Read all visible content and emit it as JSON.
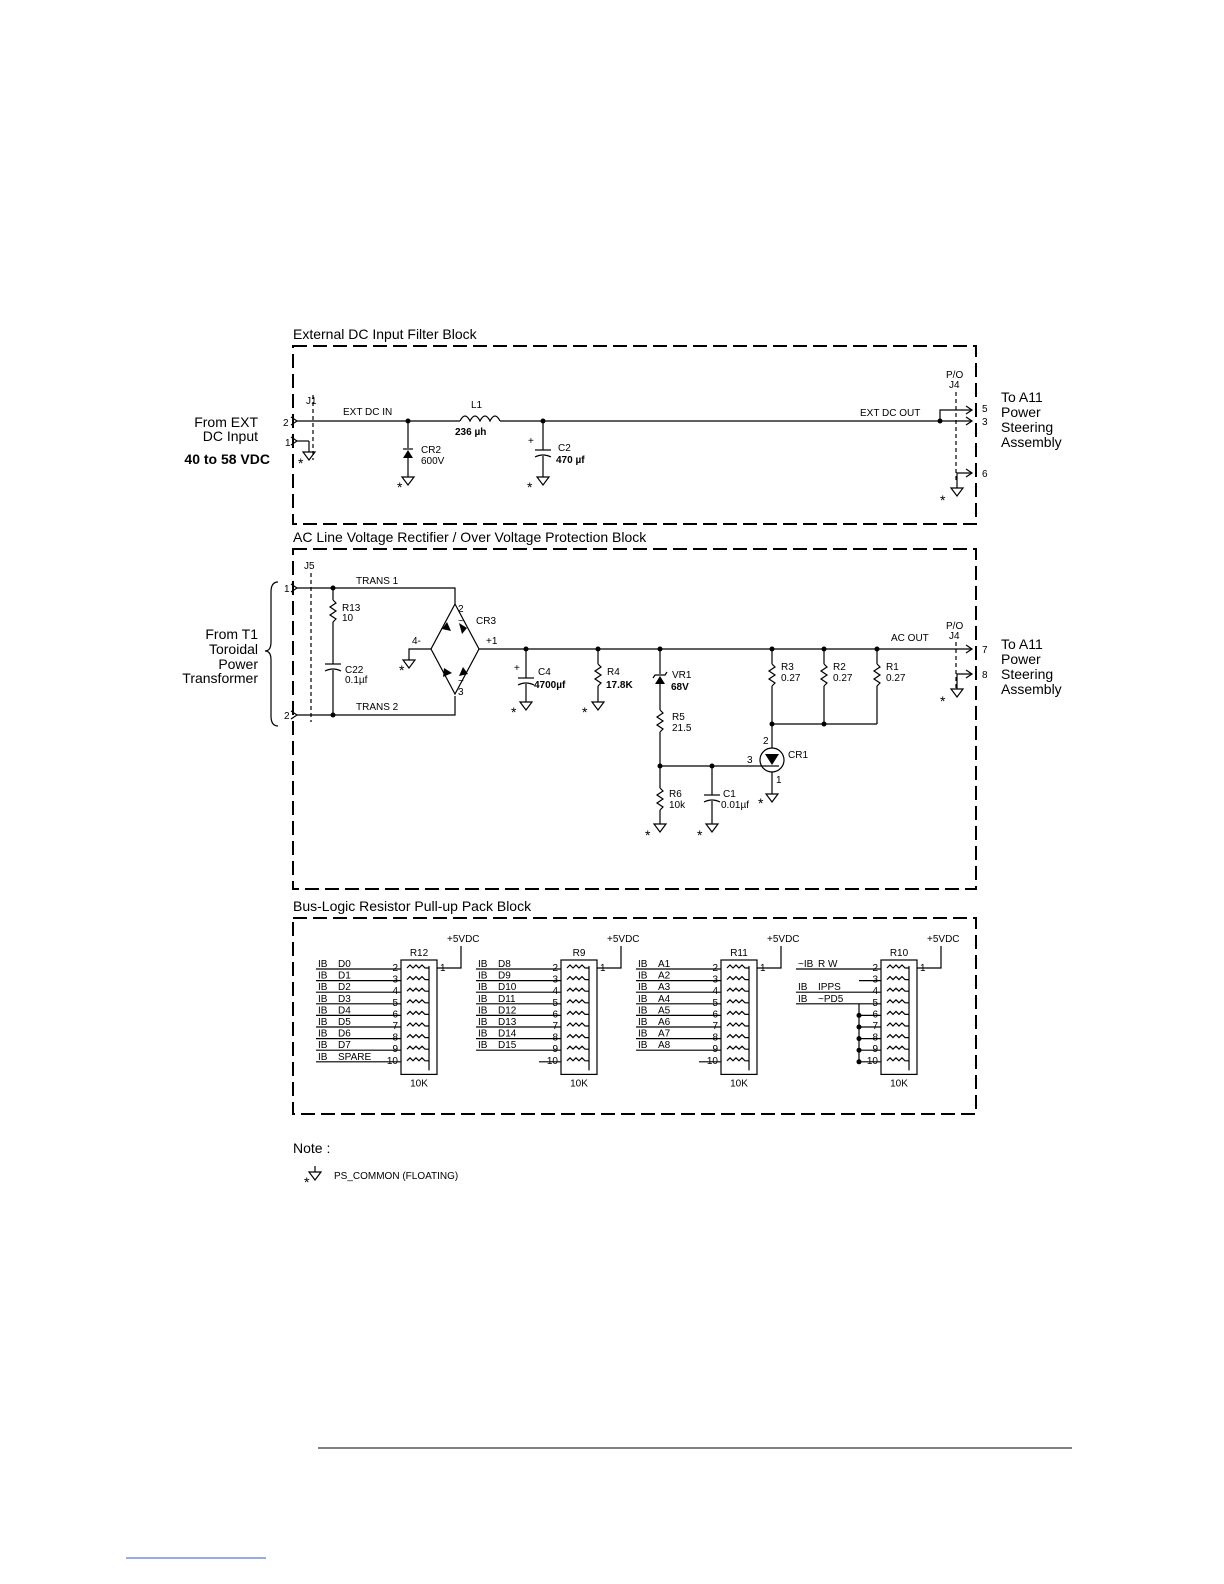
{
  "blocks": {
    "ext_dc": "External DC Input Filter Block",
    "ac_line": "AC Line Voltage Rectifier / Over Voltage Protection Block",
    "bus_logic": "Bus-Logic Resistor Pull-up Pack Block"
  },
  "ext_dc": {
    "from_line1": "From EXT",
    "from_line2": "DC Input",
    "range": "40 to 58 VDC",
    "j1": "J1",
    "pin2": "2",
    "pin1": "1",
    "net_in": "EXT DC IN",
    "l1": "L1",
    "l1_val": "236 µh",
    "cr2": "CR2",
    "cr2_val": "600V",
    "c2": "C2",
    "c2_val": "470 µf",
    "plus": "+",
    "net_out": "EXT DC OUT",
    "po": "P/O",
    "j4": "J4",
    "pin5": "5",
    "pin3": "3",
    "pin6": "6",
    "to_l1": "To A11",
    "to_l2": "Power",
    "to_l3": "Steering",
    "to_l4": "Assembly"
  },
  "ac_line": {
    "j5": "J5",
    "pin1": "1",
    "pin2": "2",
    "from_l1": "From T1",
    "from_l2": "Toroidal",
    "from_l3": "Power",
    "from_l4": "Transformer",
    "trans1": "TRANS 1",
    "trans2": "TRANS 2",
    "r13": "R13",
    "r13_val": "10",
    "c22": "C22",
    "c22_val": "0.1µf",
    "cr3": "CR3",
    "cr3_p2": "2",
    "cr3_tilde1": "~",
    "cr3_p4": "4-",
    "cr3_p1": "+1",
    "cr3_tilde2": "~",
    "cr3_p3": "3",
    "c4": "C4",
    "c4_val": "4700µf",
    "plus": "+",
    "r4": "R4",
    "r4_val": "17.8K",
    "vr1": "VR1",
    "vr1_val": "68V",
    "r5": "R5",
    "r5_val": "21.5",
    "r6": "R6",
    "r6_val": "10k",
    "c1": "C1",
    "c1_val": "0.01µf",
    "r3": "R3",
    "r3_val": "0.27",
    "r2": "R2",
    "r2_val": "0.27",
    "r1": "R1",
    "r1_val": "0.27",
    "cr1": "CR1",
    "cr1_p2": "2",
    "cr1_p3": "3",
    "cr1_p1": "1",
    "net_out": "AC OUT",
    "po": "P/O",
    "j4": "J4",
    "pin7": "7",
    "pin8": "8",
    "to_l1": "To A11",
    "to_l2": "Power",
    "to_l3": "Steering",
    "to_l4": "Assembly"
  },
  "packs": [
    {
      "name": "R12",
      "value": "10K",
      "supply": "+5VDC",
      "signals": [
        {
          "prefix": "IB",
          "name": "D0",
          "pin": "2"
        },
        {
          "prefix": "IB",
          "name": "D1",
          "pin": "3"
        },
        {
          "prefix": "IB",
          "name": "D2",
          "pin": "4"
        },
        {
          "prefix": "IB",
          "name": "D3",
          "pin": "5"
        },
        {
          "prefix": "IB",
          "name": "D4",
          "pin": "6"
        },
        {
          "prefix": "IB",
          "name": "D5",
          "pin": "7"
        },
        {
          "prefix": "IB",
          "name": "D6",
          "pin": "8"
        },
        {
          "prefix": "IB",
          "name": "D7",
          "pin": "9"
        },
        {
          "prefix": "IB",
          "name": "SPARE",
          "pin": "10"
        }
      ],
      "pin1": "1"
    },
    {
      "name": "R9",
      "value": "10K",
      "supply": "+5VDC",
      "signals": [
        {
          "prefix": "IB",
          "name": "D8",
          "pin": "2"
        },
        {
          "prefix": "IB",
          "name": "D9",
          "pin": "3"
        },
        {
          "prefix": "IB",
          "name": "D10",
          "pin": "4"
        },
        {
          "prefix": "IB",
          "name": "D11",
          "pin": "5"
        },
        {
          "prefix": "IB",
          "name": "D12",
          "pin": "6"
        },
        {
          "prefix": "IB",
          "name": "D13",
          "pin": "7"
        },
        {
          "prefix": "IB",
          "name": "D14",
          "pin": "8"
        },
        {
          "prefix": "IB",
          "name": "D15",
          "pin": "9"
        },
        {
          "prefix": "",
          "name": "",
          "pin": "10"
        }
      ],
      "pin1": "1"
    },
    {
      "name": "R11",
      "value": "10K",
      "supply": "+5VDC",
      "signals": [
        {
          "prefix": "IB",
          "name": "A1",
          "pin": "2"
        },
        {
          "prefix": "IB",
          "name": "A2",
          "pin": "3"
        },
        {
          "prefix": "IB",
          "name": "A3",
          "pin": "4"
        },
        {
          "prefix": "IB",
          "name": "A4",
          "pin": "5"
        },
        {
          "prefix": "IB",
          "name": "A5",
          "pin": "6"
        },
        {
          "prefix": "IB",
          "name": "A6",
          "pin": "7"
        },
        {
          "prefix": "IB",
          "name": "A7",
          "pin": "8"
        },
        {
          "prefix": "IB",
          "name": "A8",
          "pin": "9"
        },
        {
          "prefix": "",
          "name": "",
          "pin": "10"
        }
      ],
      "pin1": "1"
    },
    {
      "name": "R10",
      "value": "10K",
      "supply": "+5VDC",
      "signals": [
        {
          "prefix": "~IB",
          "name": "R W",
          "pin": "2"
        },
        {
          "prefix": "",
          "name": "",
          "pin": "3"
        },
        {
          "prefix": "IB",
          "name": "IPPS",
          "pin": "4"
        },
        {
          "prefix": "IB",
          "name": "~PD5",
          "pin": "5"
        },
        {
          "prefix": "",
          "name": "",
          "pin": "6"
        },
        {
          "prefix": "",
          "name": "",
          "pin": "7"
        },
        {
          "prefix": "",
          "name": "",
          "pin": "8"
        },
        {
          "prefix": "",
          "name": "",
          "pin": "9"
        },
        {
          "prefix": "",
          "name": "",
          "pin": "10"
        }
      ],
      "pin1": "1"
    }
  ],
  "note": {
    "label": "Note :",
    "text": "PS_COMMON (FLOATING)",
    "star": "*"
  },
  "gnd_star": "*"
}
